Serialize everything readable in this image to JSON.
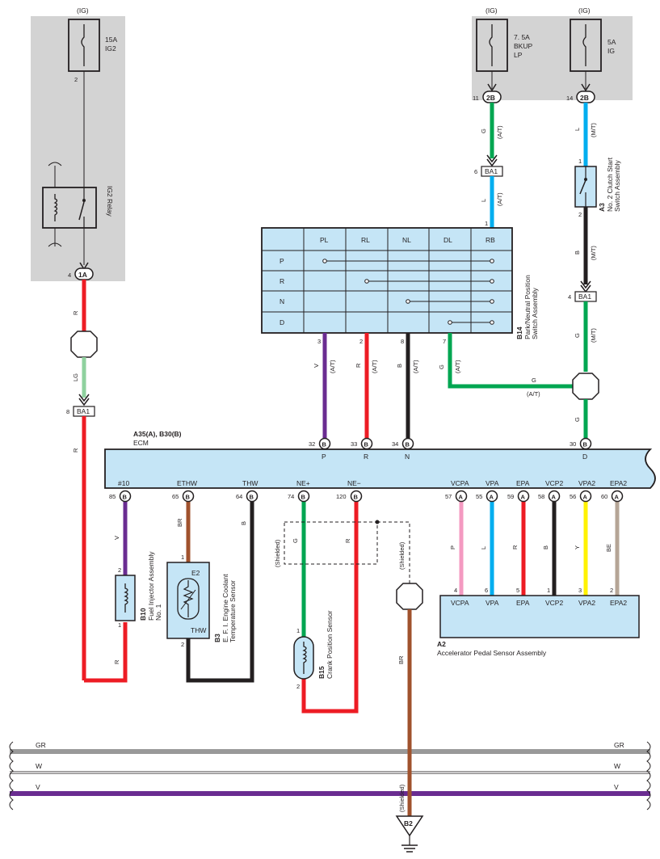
{
  "colors": {
    "panel": "#d3d3d3",
    "box": "#c5e5f6",
    "wire_red": "#ed1c24",
    "wire_green": "#00a651",
    "wire_lightgreen": "#8fd19e",
    "wire_blue": "#00aeef",
    "wire_black": "#231f20",
    "wire_violet": "#6a2c91",
    "wire_brown": "#a0522d",
    "wire_pink": "#f49ac1",
    "wire_yellow": "#fff200",
    "wire_beige": "#b5a596",
    "wire_gray": "#999999"
  },
  "fuses": {
    "ig2": {
      "supply": "(IG)",
      "rating": "15A",
      "name": "IG2",
      "pin": "2"
    },
    "bkup": {
      "supply": "(IG)",
      "rating": "7. 5A",
      "name1": "BKUP",
      "name2": "LP"
    },
    "ig": {
      "supply": "(IG)",
      "rating": "5A",
      "name": "IG"
    }
  },
  "relay": {
    "label": "IG2 Relay",
    "pin": "4",
    "connector": "1A"
  },
  "j_2b_left": {
    "pin": "11",
    "connector": "2B"
  },
  "j_2b_right": {
    "pin": "14",
    "connector": "2B"
  },
  "wires": {
    "g": "G",
    "at": "(A/T)",
    "l": "L",
    "mt": "(M/T)",
    "b": "B",
    "r": "R",
    "lg": "LG",
    "v": "V",
    "br": "BR",
    "p": "P",
    "y": "Y",
    "be": "BE",
    "shielded": "(Shielded)"
  },
  "ba1": {
    "name": "BA1",
    "pin_6": "6",
    "pin_1": "1",
    "pin_4": "4",
    "pin_8": "8"
  },
  "clutch": {
    "pin1": "1",
    "pin2": "2",
    "id": "A3",
    "line1": "No. 2 Clutch Start",
    "line2": "Switch Assembly"
  },
  "pnp": {
    "id": "B14",
    "line1": "Park/Neutral Position",
    "line2": "Switch Assembly",
    "cols": [
      "PL",
      "RL",
      "NL",
      "DL",
      "RB"
    ],
    "rows": [
      "P",
      "R",
      "N",
      "D"
    ],
    "pins": [
      "3",
      "2",
      "8",
      "7"
    ]
  },
  "ecm": {
    "id": "A35(A), B30(B)",
    "name": "ECM",
    "top_pins": [
      {
        "num": "32",
        "conn": "B",
        "label": "P"
      },
      {
        "num": "33",
        "conn": "B",
        "label": "R"
      },
      {
        "num": "34",
        "conn": "B",
        "label": "N"
      },
      {
        "num": "30",
        "conn": "B",
        "label": "D"
      }
    ],
    "bottom_pins": [
      {
        "num": "85",
        "conn": "B",
        "label": "#10"
      },
      {
        "num": "65",
        "conn": "B",
        "label": "ETHW"
      },
      {
        "num": "64",
        "conn": "B",
        "label": "THW"
      },
      {
        "num": "74",
        "conn": "B",
        "label": "NE+"
      },
      {
        "num": "120",
        "conn": "B",
        "label": "NE−"
      },
      {
        "num": "57",
        "conn": "A",
        "label": "VCPA"
      },
      {
        "num": "55",
        "conn": "A",
        "label": "VPA"
      },
      {
        "num": "59",
        "conn": "A",
        "label": "EPA"
      },
      {
        "num": "58",
        "conn": "A",
        "label": "VCP2"
      },
      {
        "num": "56",
        "conn": "A",
        "label": "VPA2"
      },
      {
        "num": "60",
        "conn": "A",
        "label": "EPA2"
      }
    ]
  },
  "injector": {
    "id": "B10",
    "line1": "Fuel Injector Assembly",
    "line2": "No. 1",
    "pin2": "2",
    "pin1": "1"
  },
  "ect": {
    "id": "B3",
    "line1": "E. F. I.  Engine Coolant",
    "line2": "Temperature Sensor",
    "e2": "E2",
    "thw": "THW",
    "pin1": "1",
    "pin2": "2"
  },
  "ckp": {
    "id": "B15",
    "line1": "Crank Position Sensor",
    "pin1": "1",
    "pin2": "2"
  },
  "app": {
    "id": "A2",
    "name": "Accelerator Pedal Sensor Assembly",
    "pins": [
      {
        "num": "4",
        "label": "VCPA"
      },
      {
        "num": "6",
        "label": "VPA"
      },
      {
        "num": "5",
        "label": "EPA"
      },
      {
        "num": "1",
        "label": "VCP2"
      },
      {
        "num": "3",
        "label": "VPA2"
      },
      {
        "num": "2",
        "label": "EPA2"
      }
    ]
  },
  "bus": {
    "gr": "GR",
    "w": "W",
    "v": "V"
  },
  "ground": {
    "name": "B2"
  }
}
